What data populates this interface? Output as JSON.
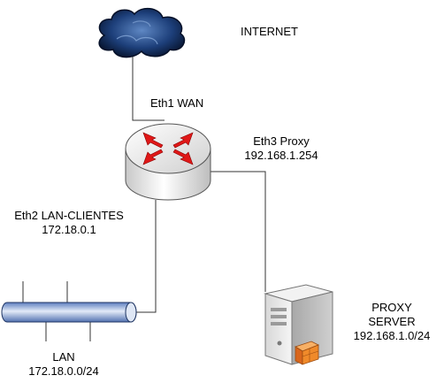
{
  "internet": {
    "label": "INTERNET"
  },
  "router": {
    "eth1": "Eth1 WAN",
    "eth3_name": "Eth3 Proxy",
    "eth3_ip": "192.168.1.254",
    "eth2_name": "Eth2 LAN-CLIENTES",
    "eth2_ip": "172.18.0.1"
  },
  "lan": {
    "name": "LAN",
    "subnet": "172.18.0.0/24"
  },
  "proxy": {
    "line1": "PROXY",
    "line2": "SERVER",
    "subnet": "192.168.1.0/24"
  },
  "colors": {
    "cloud_dark": "#0a1a3c",
    "cloud_light": "#4f7ab8",
    "router_body": "#dedede",
    "arrow_red": "#e01818",
    "lan_bus": "#8aa6d6",
    "server_body": "#e6e6e6",
    "firewall_orange": "#f08a2a"
  }
}
